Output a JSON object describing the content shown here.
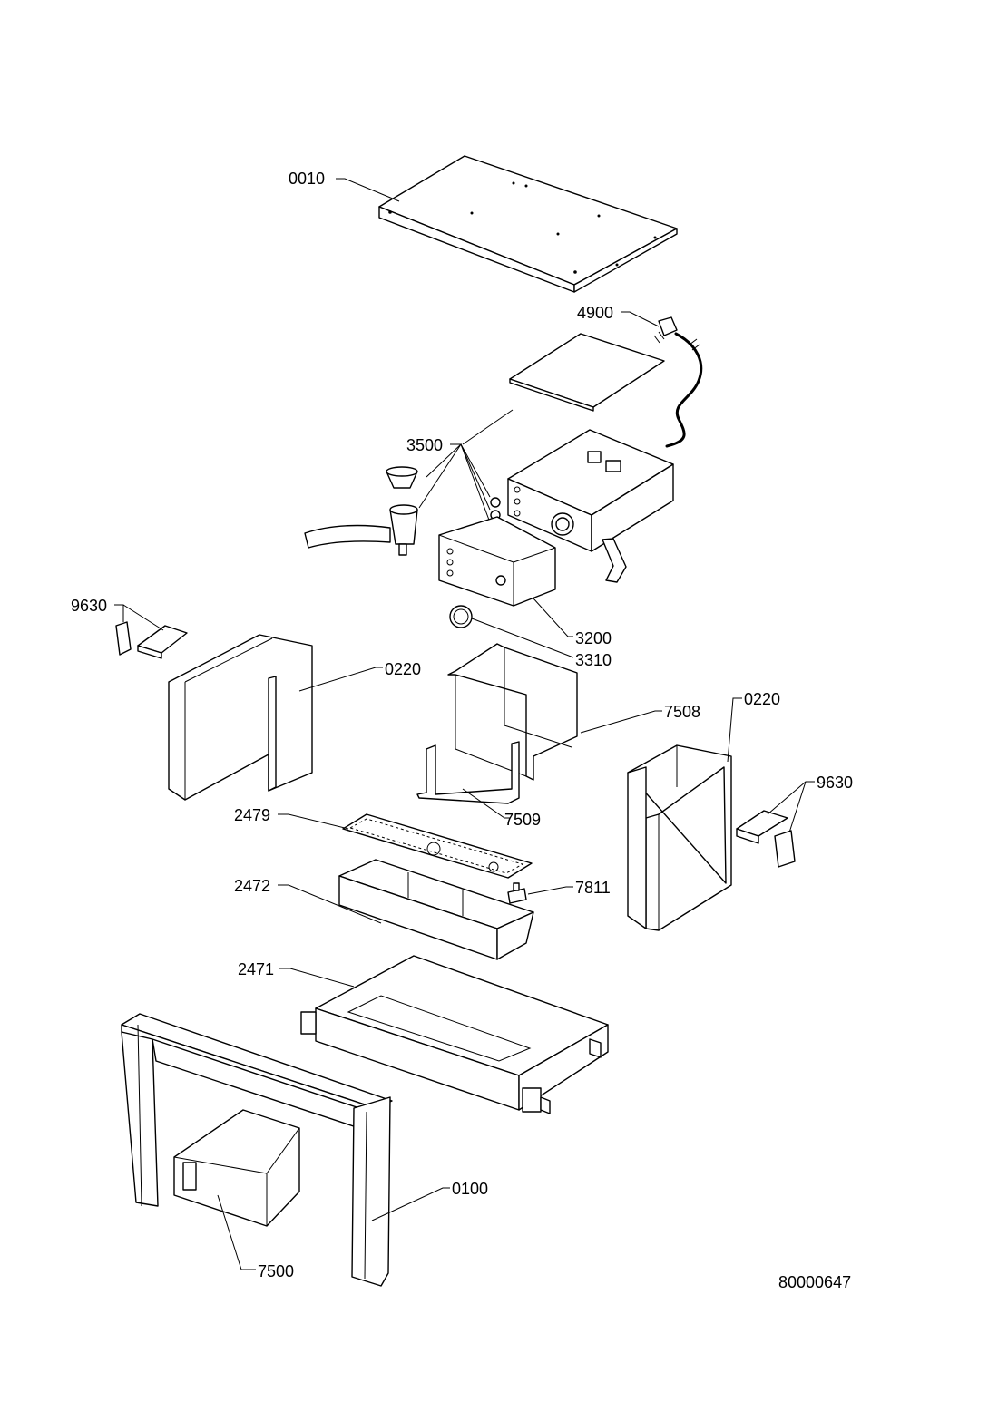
{
  "drawing_number": "80000647",
  "callouts": {
    "p0010": "0010",
    "p4900": "4900",
    "p3500": "3500",
    "p9630_left": "9630",
    "p0220_left": "0220",
    "p3200": "3200",
    "p3310": "3310",
    "p7508": "7508",
    "p0220_right": "0220",
    "p9630_right": "9630",
    "p2479": "2479",
    "p7509": "7509",
    "p2472": "2472",
    "p7811": "7811",
    "p2471": "2471",
    "p0100": "0100",
    "p7500": "7500"
  }
}
